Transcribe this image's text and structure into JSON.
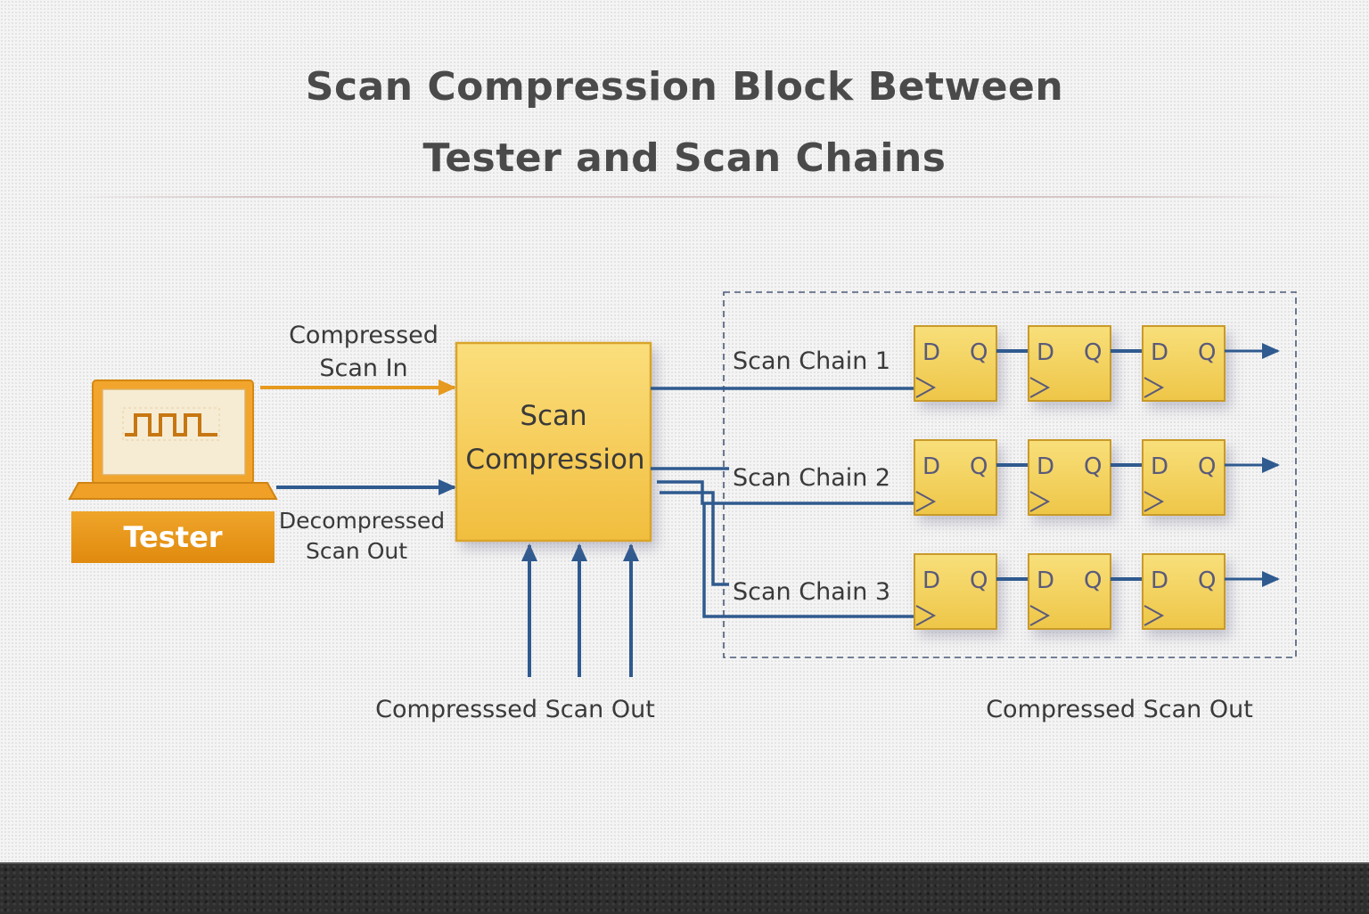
{
  "title": {
    "line1": "Scan Compression Block Between",
    "line2": "Tester and Scan Chains"
  },
  "tester": {
    "label": "Tester",
    "icon": "laptop-icon",
    "screen_icon": "square-wave-icon"
  },
  "signals": {
    "compressed_scan_in_line1": "Compressed",
    "compressed_scan_in_line2": "Scan In",
    "decompressed_scan_out_line1": "Decompressed",
    "decompressed_scan_out_line2": "Scan Out",
    "bottom_left_label": "Compresssed Scan Out",
    "bottom_right_label": "Compressed Scan Out"
  },
  "compression_block": {
    "line1": "Scan",
    "line2": "Compression"
  },
  "scan_chains": [
    {
      "label": "Scan Chain 1",
      "cells": [
        {
          "d": "D",
          "q": "Q"
        },
        {
          "d": "D",
          "q": "Q"
        },
        {
          "d": "D",
          "q": "Q"
        }
      ]
    },
    {
      "label": "Scan Chain 2",
      "cells": [
        {
          "d": "D",
          "q": "Q"
        },
        {
          "d": "D",
          "q": "Q"
        },
        {
          "d": "D",
          "q": "Q"
        }
      ]
    },
    {
      "label": "Scan Chain 3",
      "cells": [
        {
          "d": "D",
          "q": "Q"
        },
        {
          "d": "D",
          "q": "Q"
        },
        {
          "d": "D",
          "q": "Q"
        }
      ]
    }
  ],
  "colors": {
    "orange": "#e69a1e",
    "blue_wire": "#2f5a8f",
    "block_fill": "#f6cc55",
    "ff_fill": "#f3d25e",
    "title": "#4a4a4a"
  }
}
